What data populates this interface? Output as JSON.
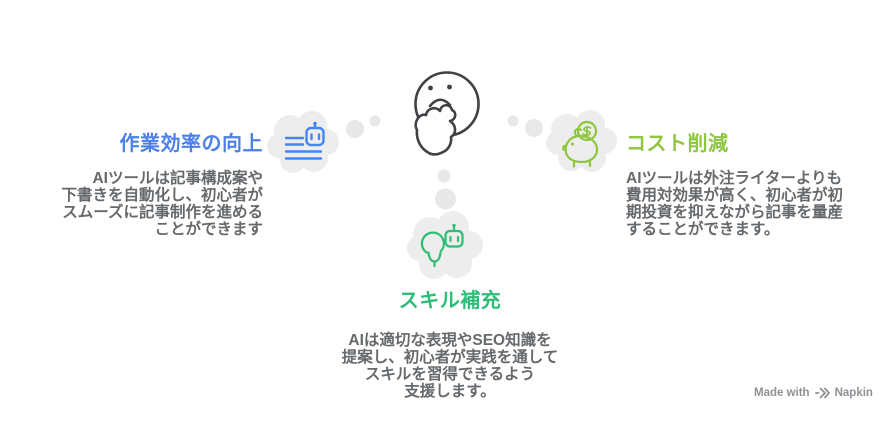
{
  "sections": {
    "efficiency": {
      "heading": "作業効率の向上",
      "body": "AIツールは記事構成案や\n下書きを自動化し、初心者が\nスムーズに記事制作を進める\nことができます",
      "accent": "#4a80e8",
      "icon": "robot-document-icon"
    },
    "cost": {
      "heading": "コスト削減",
      "body": "AIツールは外注ライターよりも\n費用対効果が高く、初心者が初\n期投資を抑えながら記事を量産\nすることができます。",
      "accent": "#8ec63f",
      "icon": "piggy-bank-icon"
    },
    "skill": {
      "heading": "スキル補充",
      "body": "AIは適切な表現やSEO知識を\n提案し、初心者が実践を通して\nスキルを習得できるよう\n支援します。",
      "accent": "#2ebd77",
      "icon": "lightbulb-robot-icon"
    }
  },
  "footer": {
    "made_with": "Made with",
    "brand": "Napkin"
  },
  "colors": {
    "body_text": "#66696c",
    "cloud_fill": "#ededed",
    "bubble_dots": "#e8e8e8",
    "face_stroke": "#3f4145"
  }
}
